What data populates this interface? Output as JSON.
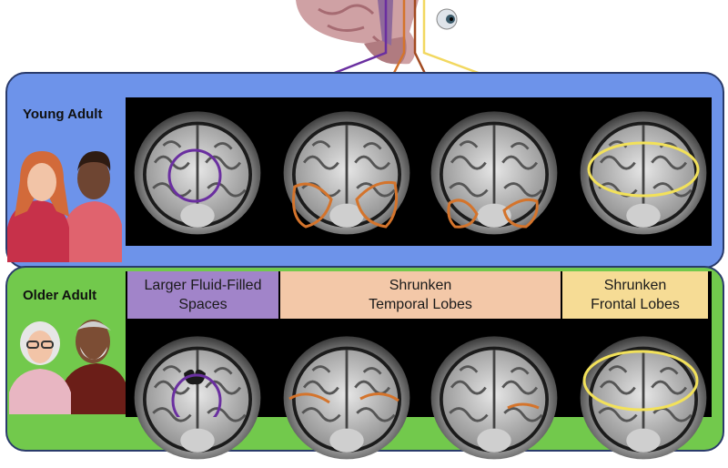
{
  "young": {
    "label": "Young Adult"
  },
  "older": {
    "label": "Older Adult"
  },
  "captions": {
    "fluid": [
      "Larger Fluid-Filled",
      "Spaces"
    ],
    "temporal": [
      "Shrunken",
      "Temporal Lobes"
    ],
    "frontal": [
      "Shrunken",
      "Frontal Lobes"
    ]
  },
  "colors": {
    "purple": "#6a2fa0",
    "orange": "#d4742c",
    "brown": "#a24a20",
    "yellow": "#f2d860",
    "young_bg": "#6d93ea",
    "older_bg": "#72c94c"
  },
  "icons": {
    "brain": "brain-illustration",
    "eye": "eye-icon",
    "people_young": "young-adult-people-icon",
    "people_older": "older-adult-people-icon"
  }
}
